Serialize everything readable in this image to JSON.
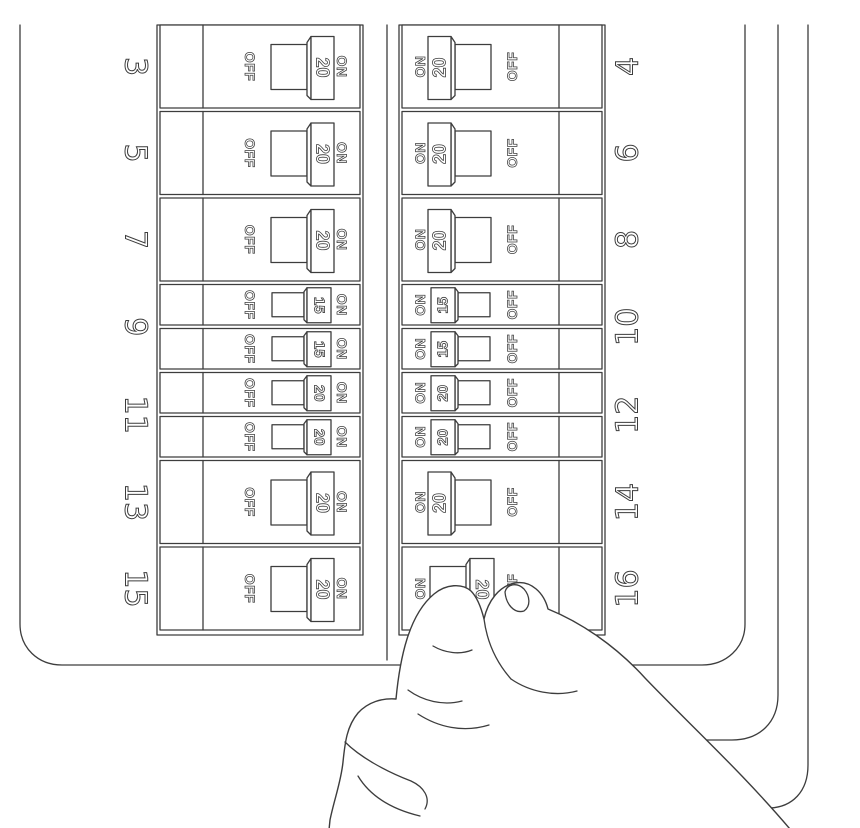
{
  "panel": {
    "left_column": [
      {
        "circuit": "3",
        "breakers": [
          {
            "amps": "20",
            "on_label": "ON",
            "off_label": "OFF",
            "on": true
          }
        ]
      },
      {
        "circuit": "5",
        "breakers": [
          {
            "amps": "20",
            "on_label": "ON",
            "off_label": "OFF",
            "on": true
          }
        ]
      },
      {
        "circuit": "7",
        "breakers": [
          {
            "amps": "20",
            "on_label": "ON",
            "off_label": "OFF",
            "on": true
          }
        ]
      },
      {
        "circuit": "9",
        "breakers": [
          {
            "amps": "15",
            "on_label": "ON",
            "off_label": "OFF",
            "on": true
          },
          {
            "amps": "15",
            "on_label": "ON",
            "off_label": "OFF",
            "on": true
          }
        ]
      },
      {
        "circuit": "11",
        "breakers": [
          {
            "amps": "20",
            "on_label": "ON",
            "off_label": "OFF",
            "on": true
          },
          {
            "amps": "20",
            "on_label": "ON",
            "off_label": "OFF",
            "on": true
          }
        ]
      },
      {
        "circuit": "13",
        "breakers": [
          {
            "amps": "20",
            "on_label": "ON",
            "off_label": "OFF",
            "on": true
          }
        ]
      },
      {
        "circuit": "15",
        "breakers": [
          {
            "amps": "20",
            "on_label": "ON",
            "off_label": "OFF",
            "on": true
          }
        ]
      }
    ],
    "right_column": [
      {
        "circuit": "4",
        "breakers": [
          {
            "amps": "20",
            "on_label": "ON",
            "off_label": "OFF",
            "on": true
          }
        ]
      },
      {
        "circuit": "6",
        "breakers": [
          {
            "amps": "20",
            "on_label": "ON",
            "off_label": "OFF",
            "on": true
          }
        ]
      },
      {
        "circuit": "8",
        "breakers": [
          {
            "amps": "20",
            "on_label": "ON",
            "off_label": "OFF",
            "on": true
          }
        ]
      },
      {
        "circuit": "10",
        "breakers": [
          {
            "amps": "15",
            "on_label": "ON",
            "off_label": "OFF",
            "on": true
          },
          {
            "amps": "15",
            "on_label": "ON",
            "off_label": "OFF",
            "on": true
          }
        ]
      },
      {
        "circuit": "12",
        "breakers": [
          {
            "amps": "20",
            "on_label": "ON",
            "off_label": "OFF",
            "on": true
          },
          {
            "amps": "20",
            "on_label": "ON",
            "off_label": "OFF",
            "on": true
          }
        ]
      },
      {
        "circuit": "14",
        "breakers": [
          {
            "amps": "20",
            "on_label": "ON",
            "off_label": "OFF",
            "on": true
          }
        ]
      },
      {
        "circuit": "16",
        "breakers": [
          {
            "amps": "20",
            "on_label": "ON",
            "off_label": "OFF",
            "on": false
          }
        ]
      }
    ]
  },
  "colors": {
    "line": "#3d3d3d",
    "background": "#ffffff"
  }
}
